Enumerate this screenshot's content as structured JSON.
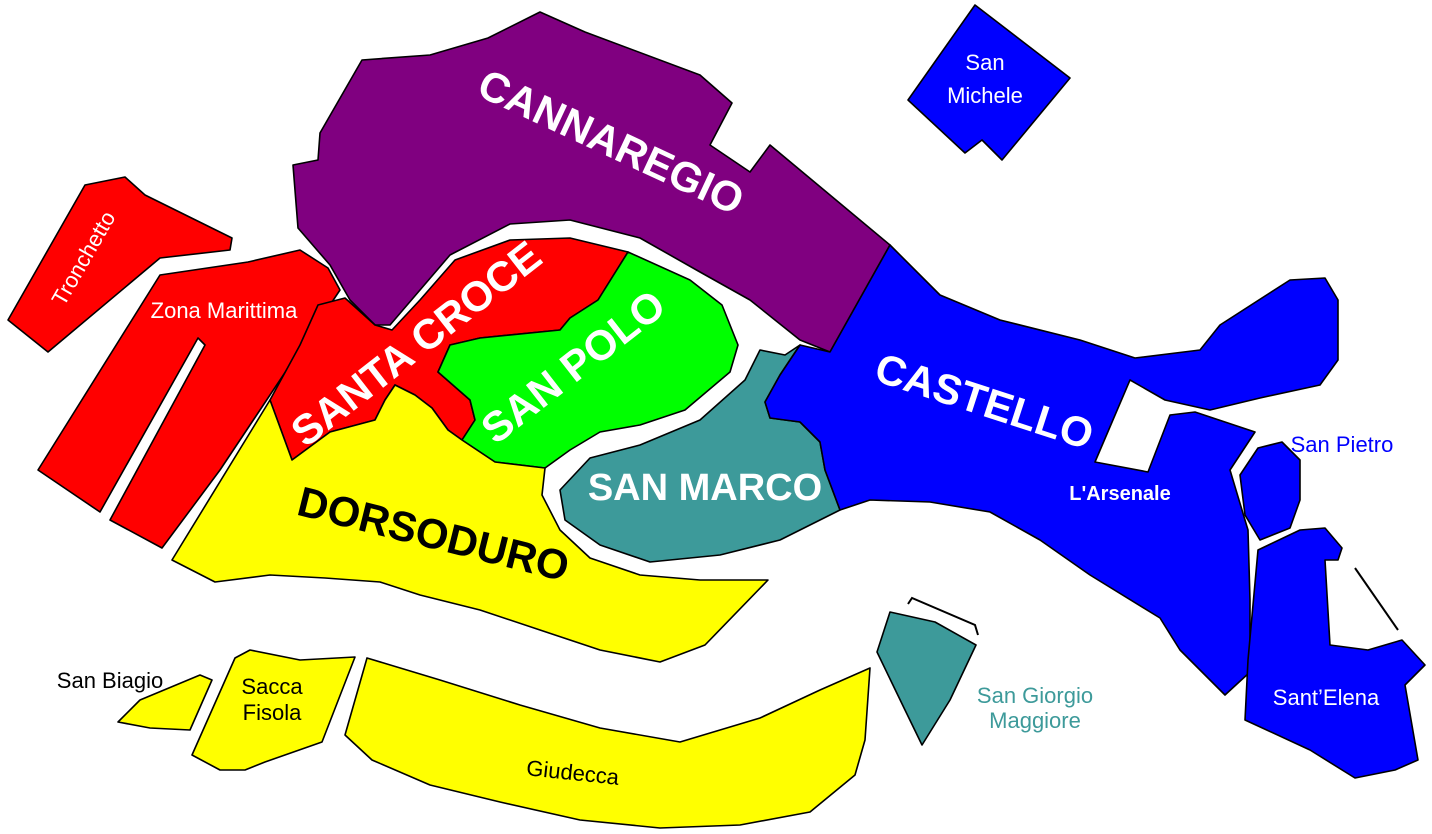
{
  "colors": {
    "cannaregio": "#800080",
    "santa_croce": "#ff0000",
    "san_polo": "#00ff00",
    "dorsoduro": "#ffff00",
    "san_marco": "#3d9a9a",
    "castello": "#0000ff",
    "outline": "#000000"
  },
  "sestieri": {
    "cannaregio": "CANNAREGIO",
    "santa_croce": "SANTA CROCE",
    "san_polo": "SAN POLO",
    "dorsoduro": "DORSODURO",
    "san_marco": "SAN MARCO",
    "castello": "CASTELLO"
  },
  "islands": {
    "tronchetto": "Tronchetto",
    "zona_marittima": "Zona Marittima",
    "san_michele_1": "San",
    "san_michele_2": "Michele",
    "san_pietro": "San Pietro",
    "arsenale": "L'Arsenale",
    "sant_elena": "Sant’Elena",
    "san_biagio": "San Biagio",
    "sacca_fisola_1": "Sacca",
    "sacca_fisola_2": "Fisola",
    "giudecca": "Giudecca",
    "san_giorgio_1": "San Giorgio",
    "san_giorgio_2": "Maggiore"
  }
}
